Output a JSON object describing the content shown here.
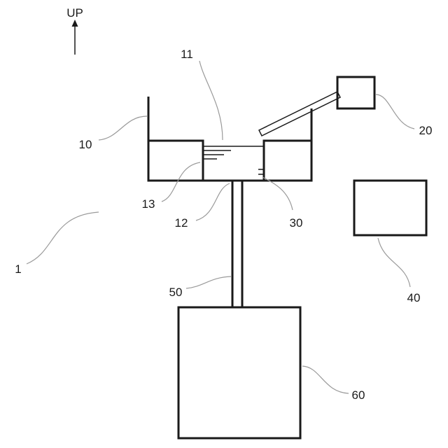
{
  "orientation": {
    "label": "UP"
  },
  "labels": {
    "system": "1",
    "vessel": "10",
    "liquid_surface": "11",
    "vessel_bottom": "12",
    "tubes": "13",
    "arm_unit": "20",
    "sensor": "30",
    "controller": "40",
    "shaft": "50",
    "base_unit": "60"
  },
  "colors": {
    "line": "#1a1a1a",
    "leader": "#9a9a9a",
    "background": "#ffffff"
  }
}
